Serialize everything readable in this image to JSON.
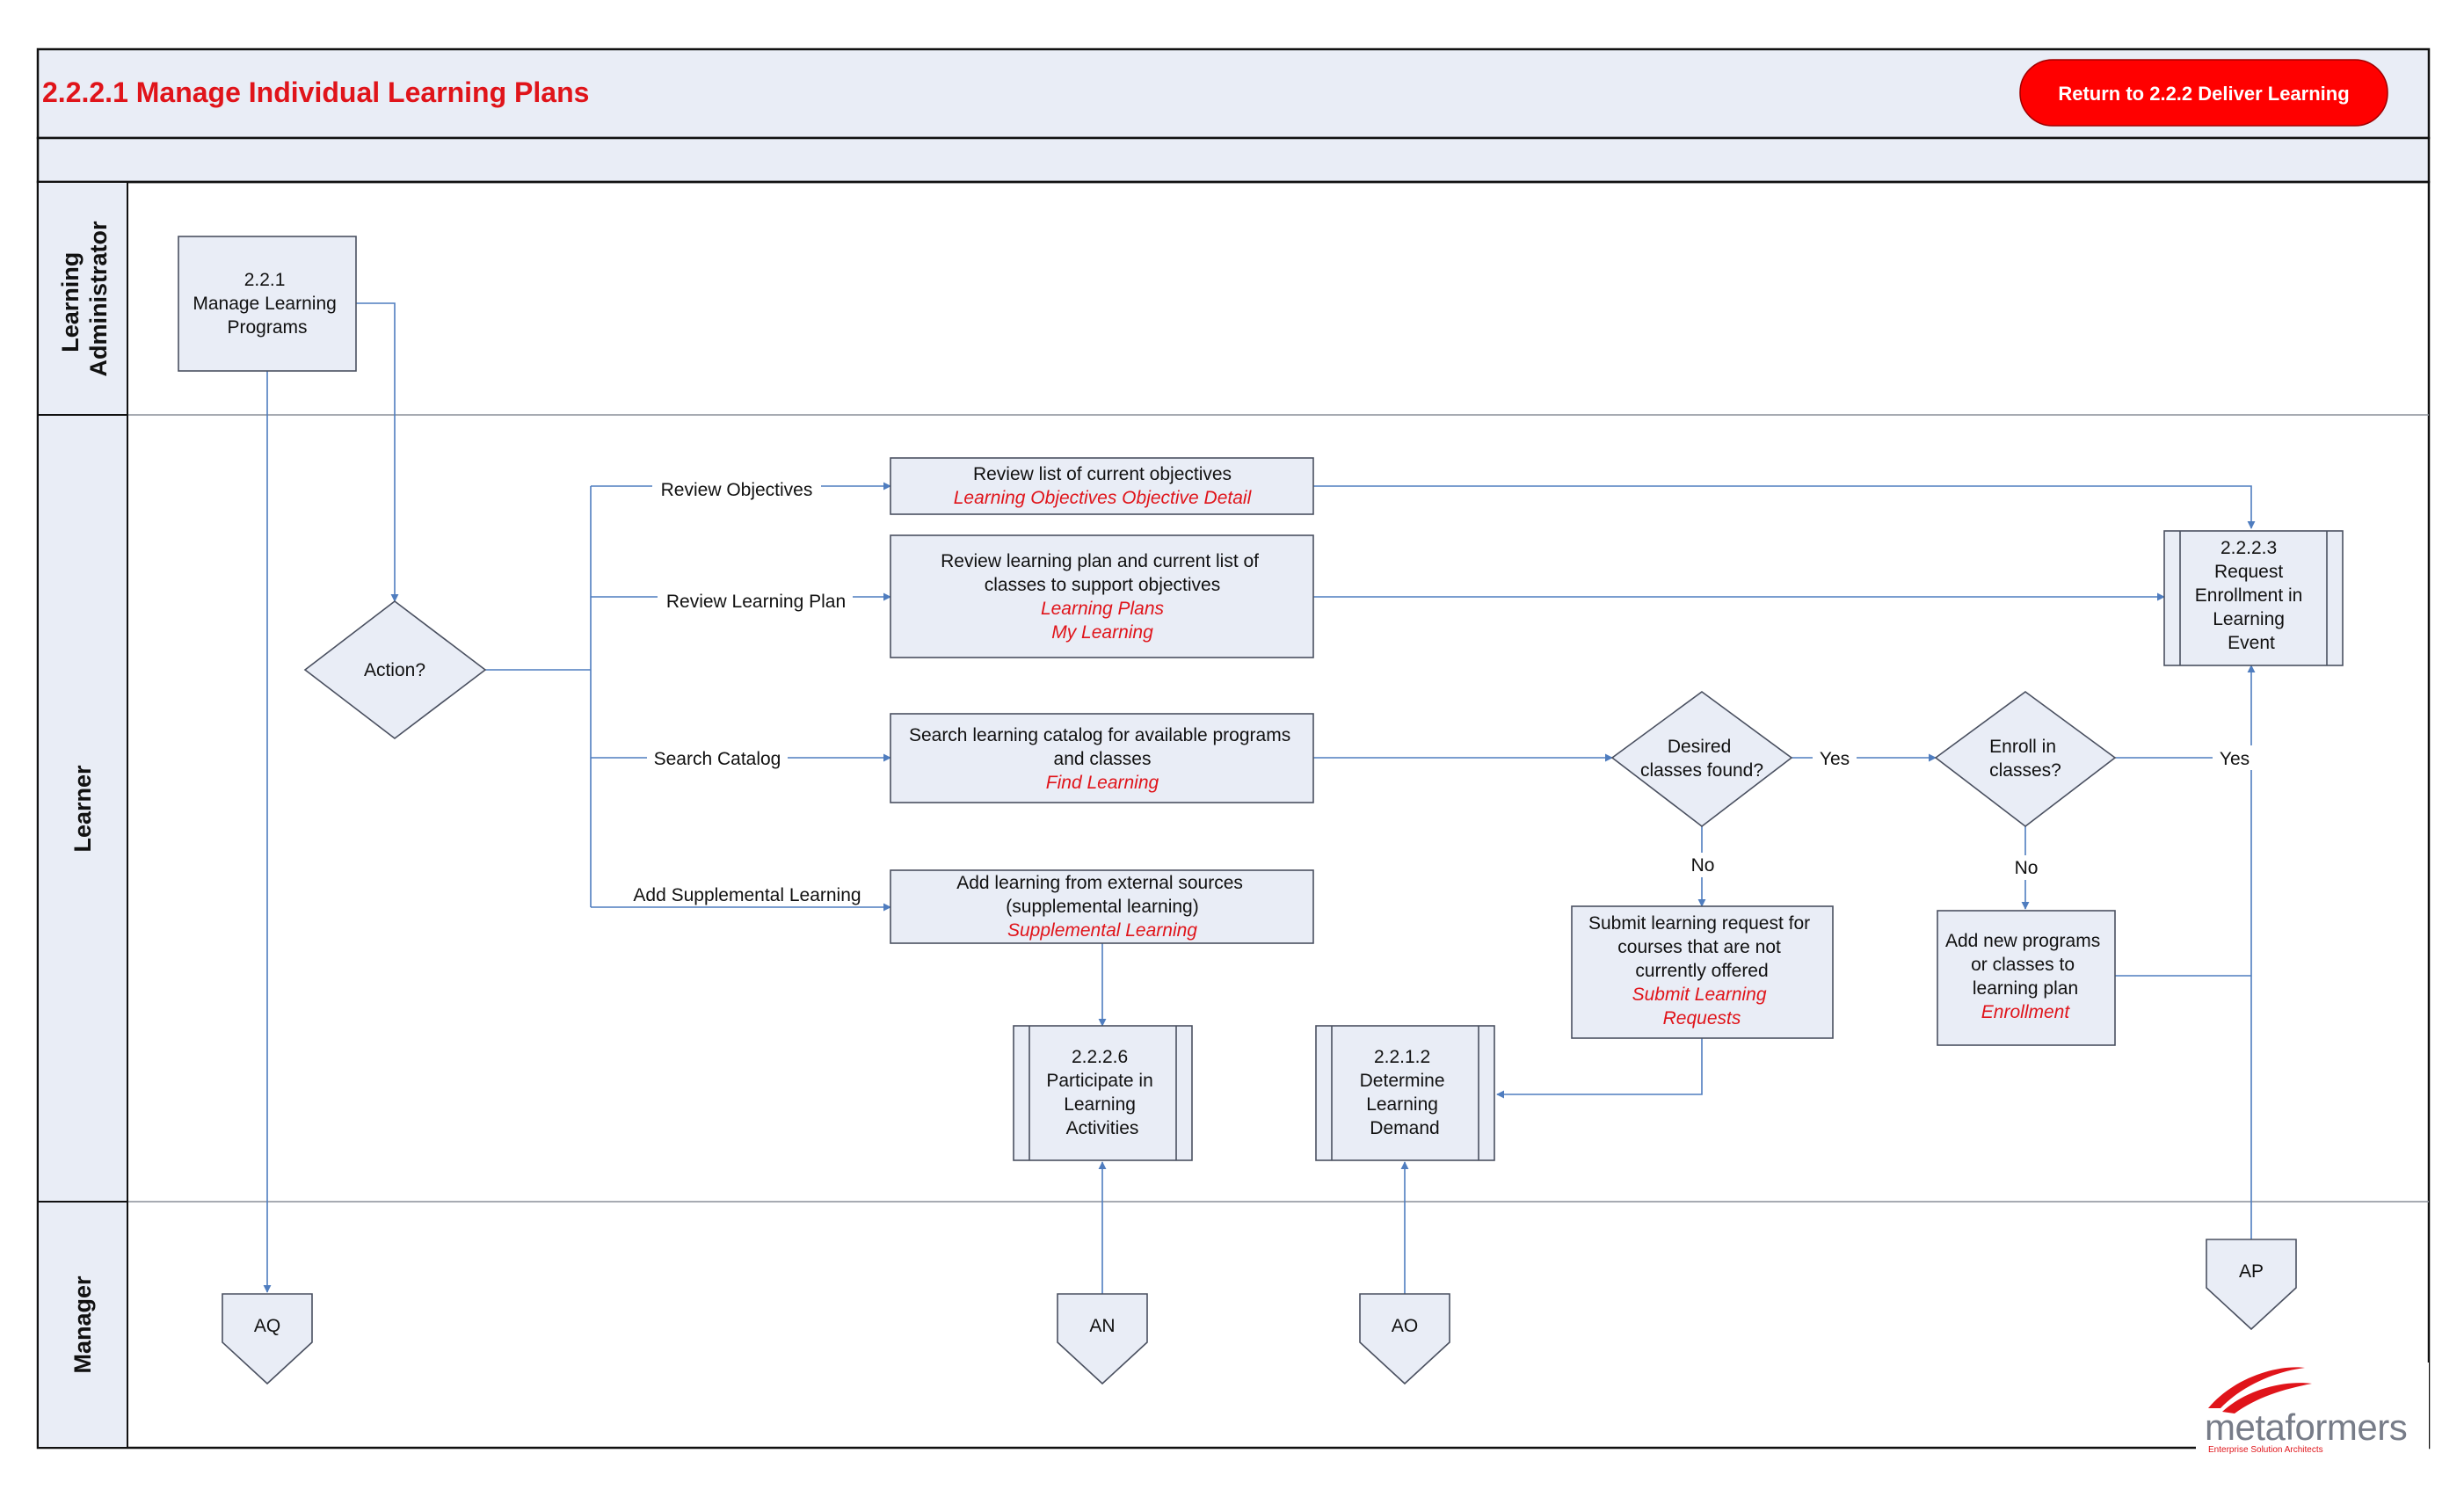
{
  "header": {
    "title": "2.2.2.1 Manage Individual Learning Plans",
    "return_button": "Return to 2.2.2 Deliver Learning"
  },
  "lanes": {
    "administrator": [
      "Learning",
      "Administrator"
    ],
    "learner": "Learner",
    "manager": "Manager"
  },
  "nodes": {
    "manage_programs": [
      "2.2.1",
      "Manage Learning",
      "Programs"
    ],
    "action": "Action?",
    "review_objectives": {
      "lines": [
        "Review list of current objectives"
      ],
      "links": [
        "Learning Objectives Objective Detail"
      ]
    },
    "review_plan": {
      "lines": [
        "Review learning plan and current list of",
        "classes to support objectives"
      ],
      "links": [
        "Learning Plans",
        "My Learning"
      ]
    },
    "search_catalog": {
      "lines": [
        "Search learning catalog for available programs",
        "and classes"
      ],
      "links": [
        "Find Learning"
      ]
    },
    "add_supplemental": {
      "lines": [
        "Add learning from external sources",
        "(supplemental learning)"
      ],
      "links": [
        "Supplemental Learning"
      ]
    },
    "desired_found": [
      "Desired",
      "classes found?"
    ],
    "enroll_in": [
      "Enroll in",
      "classes?"
    ],
    "submit_request": {
      "lines": [
        "Submit learning request for",
        "courses that are not",
        "currently offered"
      ],
      "links": [
        "Submit Learning",
        "Requests"
      ]
    },
    "add_programs": {
      "lines": [
        "Add new programs",
        "or classes to",
        "learning plan"
      ],
      "links": [
        "Enrollment"
      ]
    },
    "participate": [
      "2.2.2.6",
      "Participate in",
      "Learning",
      "Activities"
    ],
    "determine_demand": [
      "2.2.1.2",
      "Determine",
      "Learning",
      "Demand"
    ],
    "request_enrollment": [
      "2.2.2.3",
      "Request",
      "Enrollment in",
      "Learning",
      "Event"
    ]
  },
  "edge_labels": {
    "review_objectives": "Review Objectives",
    "review_plan": "Review Learning Plan",
    "search_catalog": "Search Catalog",
    "add_supplemental": "Add Supplemental Learning",
    "found_yes": "Yes",
    "found_no": "No",
    "enroll_yes": "Yes",
    "enroll_no": "No"
  },
  "connectors": {
    "aq": "AQ",
    "an": "AN",
    "ao": "AO",
    "ap": "AP"
  },
  "logo": {
    "name_prefix": "meta",
    "name_suffix": "formers",
    "tagline": "Enterprise Solution Architects"
  },
  "colors": {
    "title_red": "#e0141a",
    "button_red": "#ff0000",
    "box_fill": "#e9edf6",
    "flow_blue": "#4f7dbf",
    "link_red": "#e0141a"
  }
}
